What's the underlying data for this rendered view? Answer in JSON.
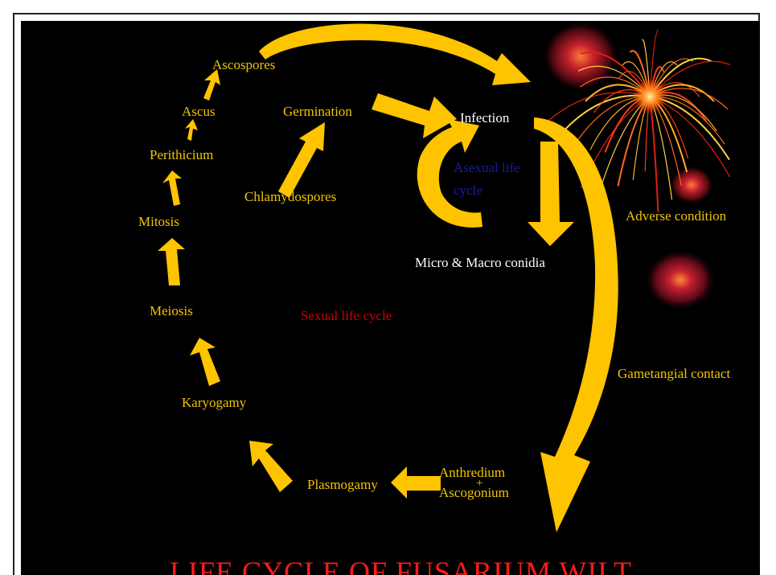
{
  "title": "LIFE CYCLE OF FUSARIUM WILT",
  "colors": {
    "background": "#000000",
    "arrow": "#ffc400",
    "label": "#f1c400",
    "title": "#ff1a1a",
    "sexual": "#cc0000",
    "asexual": "#1a1aa8"
  },
  "labels": {
    "ascospores": "Ascospores",
    "ascus": "Ascus",
    "perithicium": "Perithicium",
    "mitosis": "Mitosis",
    "meiosis": "Meiosis",
    "karyogamy": "Karyogamy",
    "plasmogamy": "Plasmogamy",
    "anthredium": "Anthredium",
    "plus": "+",
    "ascogonium": "Ascogonium",
    "germination": "Germination",
    "chlamydospores": "Chlamydospores",
    "infection": "Infection",
    "asexual_line1": "Asexual life",
    "asexual_line2": "cycle",
    "conidia": "Micro & Macro conidia",
    "adverse": "Adverse condition",
    "gametangial": "Gametangial  contact",
    "sexual": "Sexual life cycle"
  }
}
